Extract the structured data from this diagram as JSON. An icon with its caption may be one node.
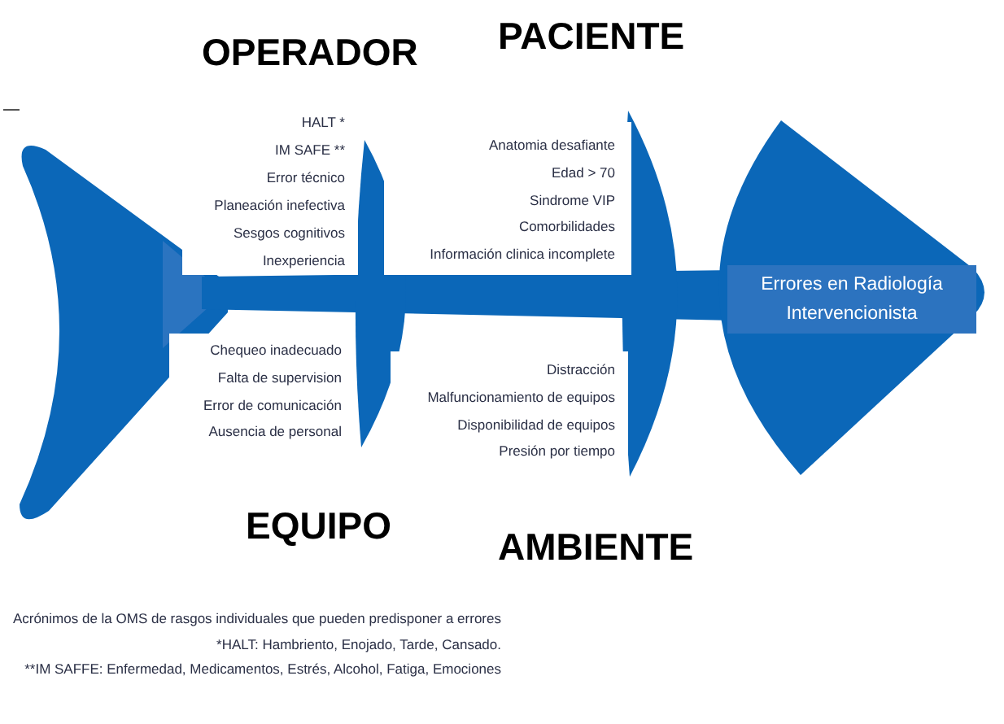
{
  "diagram": {
    "nodes": [
      {
        "text": [
          "Errores en Radiología Intervencionista"
        ]
      },
      {
        "text": [
          "HALT *",
          "IM SAFE **",
          "Error técnico",
          "Planeación inefectiva",
          "Sesgos cognitivos",
          "Inexperiencia"
        ],
        "beside": [
          "OPERADOR"
        ]
      },
      {
        "text": [
          "Anatomia desafiante",
          "Edad > 70",
          "Sindrome VIP",
          "Comorbilidades",
          "Información clinica incomplete"
        ],
        "beside": [
          "PACIENTE"
        ]
      },
      {
        "text": [
          "Chequeo inadecuado",
          "Falta de supervision",
          "Error de comunicación",
          "Ausencia de personal"
        ],
        "beside": [
          "EQUIPO"
        ]
      },
      {
        "text": [
          "Distracción",
          "Malfuncionamiento de equipos",
          "Disponibilidad de equipos",
          "Presión por tiempo"
        ],
        "beside": [
          "AMBIENTE"
        ]
      }
    ],
    "labels": [
      "Acrónimos de la OMS de rasgos individuales que pueden predisponer a errores",
      "*HALT: Hambriento, Enojado, Tarde, Cansado.",
      "**IM SAFFE: Enfermedad, Medicamentos, Estrés, Alcohol, Fatiga, Emociones"
    ]
  }
}
